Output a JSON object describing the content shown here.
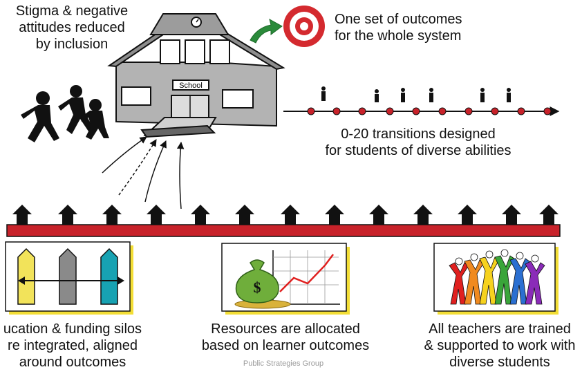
{
  "labels": {
    "stigma": [
      "Stigma & negative",
      "attitudes reduced",
      "by inclusion"
    ],
    "outcomes": [
      "One set of outcomes",
      "for the whole system"
    ],
    "transitions": [
      "0-20 transitions designed",
      "for students of diverse abilities"
    ],
    "school_sign": "School",
    "silos": [
      "ucation & funding silos",
      "re integrated, aligned",
      "around outcomes"
    ],
    "resources": [
      "Resources are allocated",
      "based on learner outcomes"
    ],
    "teachers": [
      "All teachers are trained",
      "& supported to work with",
      "diverse students"
    ],
    "money_symbol": "$",
    "footer": "Public Strategies Group"
  },
  "colors": {
    "bar_red": "#c8222a",
    "target_red": "#d42a2f",
    "arrow_green": "#2a8a3a",
    "silo_yellow": "#f2e35a",
    "silo_gray": "#8a8a8a",
    "silo_teal": "#17a2b2",
    "money_green": "#6fae3b",
    "card_shadow": "#f3de36"
  }
}
